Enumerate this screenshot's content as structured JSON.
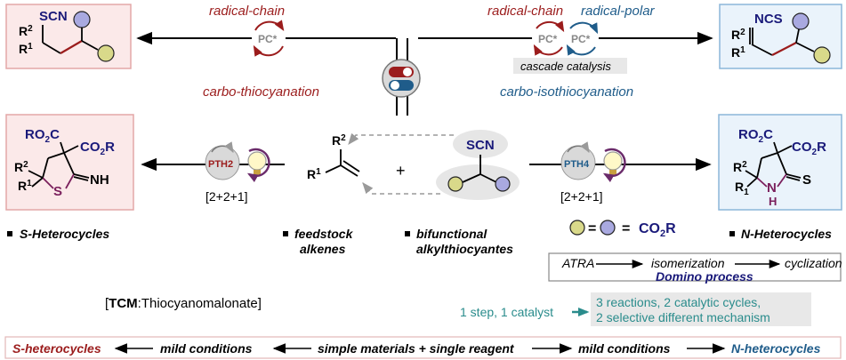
{
  "colors": {
    "red": "#9b1c1c",
    "blue": "#1f5c8a",
    "navy": "#1a1a7a",
    "purple": "#7a1f5c",
    "pink_box_fill": "#fbe9e9",
    "pink_box_stroke": "#e3a7a7",
    "blue_box_fill": "#eaf3fb",
    "blue_box_stroke": "#8bb6d9",
    "teal": "#2a8c8c",
    "yellow_green_ball": "#d9d98a",
    "lavender_ball": "#a9a9e0"
  },
  "top": {
    "left_label": "radical-chain",
    "right_label_red": "radical-chain",
    "right_label_blue": "radical-polar",
    "pc_label": "PC*",
    "cascade_label": "cascade catalysis",
    "carbo_thio": "carbo-thiocyanation",
    "carbo_isothio": "carbo-isothiocyanation"
  },
  "left_top": {
    "scn": "SCN",
    "r2": "R",
    "r2_sub": "2",
    "r1": "R",
    "r1_sub": "1"
  },
  "right_top": {
    "ncs": "NCS",
    "r2": "R",
    "r2_sub": "2",
    "r1": "R",
    "r1_sub": "1"
  },
  "left_het": {
    "co2r_top": "RO",
    "co2r_top_sub": "2",
    "co2r_top_end": "C",
    "co2r_right": "CO",
    "co2r_right_sub": "2",
    "co2r_right_end": "R",
    "r2": "R",
    "r2_sub": "2",
    "r1": "R",
    "r1_sub": "1",
    "s": "S",
    "nh": "NH"
  },
  "right_het": {
    "co2r_top": "RO",
    "co2r_top_sub": "2",
    "co2r_top_end": "C",
    "co2r_right": "CO",
    "co2r_right_sub": "2",
    "co2r_right_end": "R",
    "r2": "R",
    "r2_sub": "2",
    "r1": "R",
    "r1_sub": "1",
    "n": "N",
    "h": "H",
    "s": "S"
  },
  "middle": {
    "pth2": "PTH2",
    "pth4": "PTH4",
    "cyclo_left": "[2+2+1]",
    "cyclo_right": "[2+2+1]",
    "alkene_r2": "R",
    "alkene_r2_sub": "2",
    "alkene_r1": "R",
    "alkene_r1_sub": "1",
    "plus": "+",
    "scn": "SCN",
    "equals": "=",
    "equals2": "=",
    "co2r": "CO",
    "co2r_sub": "2",
    "co2r_end": "R"
  },
  "labels": {
    "s_het": "S-Heterocycles",
    "feedstock_1": "feedstock",
    "feedstock_2": "alkenes",
    "bifunc_1": "bifunctional",
    "bifunc_2": "alkylthiocyantes",
    "n_het": "N-Heterocycles"
  },
  "domino": {
    "atra": "ATRA",
    "isomerization": "isomerization",
    "cyclization": "cyclization",
    "title": "Domino process"
  },
  "tcm": {
    "open": "[",
    "bold": "TCM",
    "rest": ":Thiocyanomalonate]"
  },
  "summary": {
    "left": "1 step, 1 catalyst",
    "right_1": "3 reactions, 2 catalytic cycles,",
    "right_2": "2 selective different mechanism"
  },
  "bottom": {
    "s_het": "S-heterocycles",
    "mild_1": "mild conditions",
    "simple": "simple materials + single reagent",
    "mild_2": "mild conditions",
    "n_het": "N-heterocycles"
  }
}
